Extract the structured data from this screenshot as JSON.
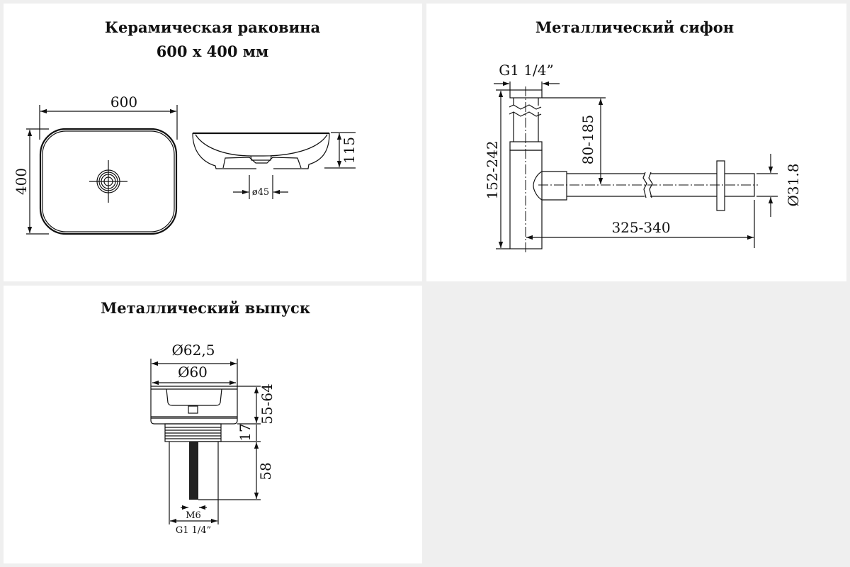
{
  "sink": {
    "title_line1": "Керамическая раковина",
    "title_line2": "600 х 400 мм",
    "dim_width": "600",
    "dim_depth": "400",
    "dim_height": "115",
    "dim_drain": "ø45"
  },
  "siphon": {
    "title": "Металлический сифон",
    "dim_thread": "G1 1/4”",
    "dim_height": "152-242",
    "dim_outlet_height": "80-185",
    "dim_length": "325-340",
    "dim_pipe_diameter": "Ø31.8"
  },
  "drain": {
    "title": "Металлический выпуск",
    "dim_outer_diameter": "Ø62,5",
    "dim_inner_diameter": "Ø60",
    "dim_adjust": "55-64",
    "dim_thread_height": "17",
    "dim_tube_length": "58",
    "dim_rod": "M6",
    "dim_thread": "G1 1/4”"
  }
}
